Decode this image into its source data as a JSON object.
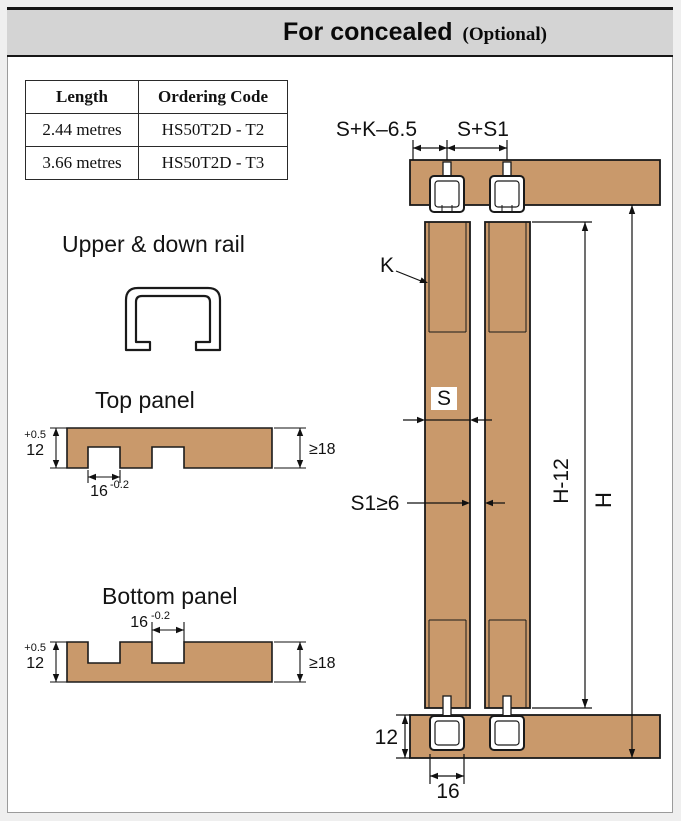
{
  "header": {
    "title": "For concealed",
    "subtitle": "(Optional)"
  },
  "table": {
    "col1": "Length",
    "col2": "Ordering Code",
    "rows": [
      {
        "length": "2.44 metres",
        "code": "HS50T2D - T2"
      },
      {
        "length": "3.66 metres",
        "code": "HS50T2D - T3"
      }
    ]
  },
  "labels": {
    "rail": "Upper & down rail",
    "top_panel": "Top panel",
    "bottom_panel": "Bottom panel"
  },
  "top_panel_dims": {
    "thickness": "12",
    "thickness_tol": "+0.5",
    "groove_width": "16",
    "groove_tol": "-0.2",
    "min_thickness": "≥18"
  },
  "bottom_panel_dims": {
    "thickness": "12",
    "thickness_tol": "+0.5",
    "groove_width": "16",
    "groove_tol": "-0.2",
    "min_thickness": "≥18"
  },
  "assembly_dims": {
    "top_left": "S+K–6.5",
    "top_right": "S+S1",
    "k": "K",
    "s": "S",
    "s1": "S1≥6",
    "panel_height": "H-12",
    "opening_height": "H",
    "bottom_rail_depth": "12",
    "bottom_groove": "16"
  },
  "colors": {
    "wood": "#C9996B",
    "header_bg": "#D4D4D4",
    "line": "#111111"
  }
}
